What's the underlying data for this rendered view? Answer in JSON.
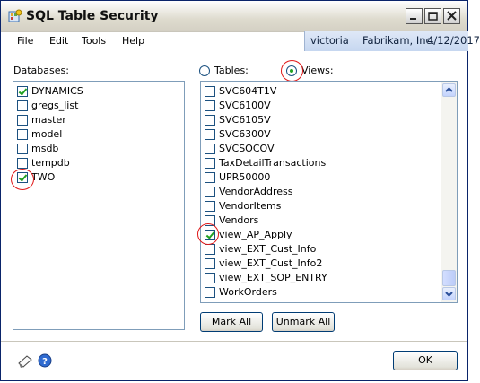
{
  "window": {
    "title": "SQL Table Security"
  },
  "menu": [
    "File",
    "Edit",
    "Tools",
    "Help"
  ],
  "user": {
    "name": "victoria",
    "company": "Fabrikam, Inc.",
    "date": "4/12/2017"
  },
  "databases": {
    "label": "Databases:",
    "items": [
      {
        "name": "DYNAMICS",
        "checked": true
      },
      {
        "name": "gregs_list",
        "checked": false
      },
      {
        "name": "master",
        "checked": false
      },
      {
        "name": "model",
        "checked": false
      },
      {
        "name": "msdb",
        "checked": false
      },
      {
        "name": "tempdb",
        "checked": false
      },
      {
        "name": "TWO",
        "checked": true
      }
    ]
  },
  "view_mode": {
    "tables_label": "Tables:",
    "views_label": "Views:",
    "selected": "views"
  },
  "objects": {
    "items": [
      {
        "name": "SVC604T1V",
        "checked": false
      },
      {
        "name": "SVC6100V",
        "checked": false
      },
      {
        "name": "SVC6105V",
        "checked": false
      },
      {
        "name": "SVC6300V",
        "checked": false
      },
      {
        "name": "SVCSOCOV",
        "checked": false
      },
      {
        "name": "TaxDetailTransactions",
        "checked": false
      },
      {
        "name": "UPR50000",
        "checked": false
      },
      {
        "name": "VendorAddress",
        "checked": false
      },
      {
        "name": "VendorItems",
        "checked": false
      },
      {
        "name": "Vendors",
        "checked": false
      },
      {
        "name": "view_AP_Apply",
        "checked": true
      },
      {
        "name": "view_EXT_Cust_Info",
        "checked": false
      },
      {
        "name": "view_EXT_Cust_Info2",
        "checked": false
      },
      {
        "name": "view_EXT_SOP_ENTRY",
        "checked": false
      },
      {
        "name": "WorkOrders",
        "checked": false
      }
    ]
  },
  "buttons": {
    "mark_all": {
      "hotkey": "",
      "pre": "Mark ",
      "key": "A",
      "post": "ll"
    },
    "unmark_all": {
      "pre": "",
      "key": "U",
      "post": "nmark All"
    },
    "ok": "OK"
  },
  "colors": {
    "accent_check": "#21a121",
    "highlight_circle": "#e01818"
  },
  "icons": [
    "app-icon",
    "minimize-icon",
    "maximize-icon",
    "close-icon",
    "note-icon",
    "help-icon",
    "scroll-up-icon",
    "scroll-down-icon"
  ]
}
